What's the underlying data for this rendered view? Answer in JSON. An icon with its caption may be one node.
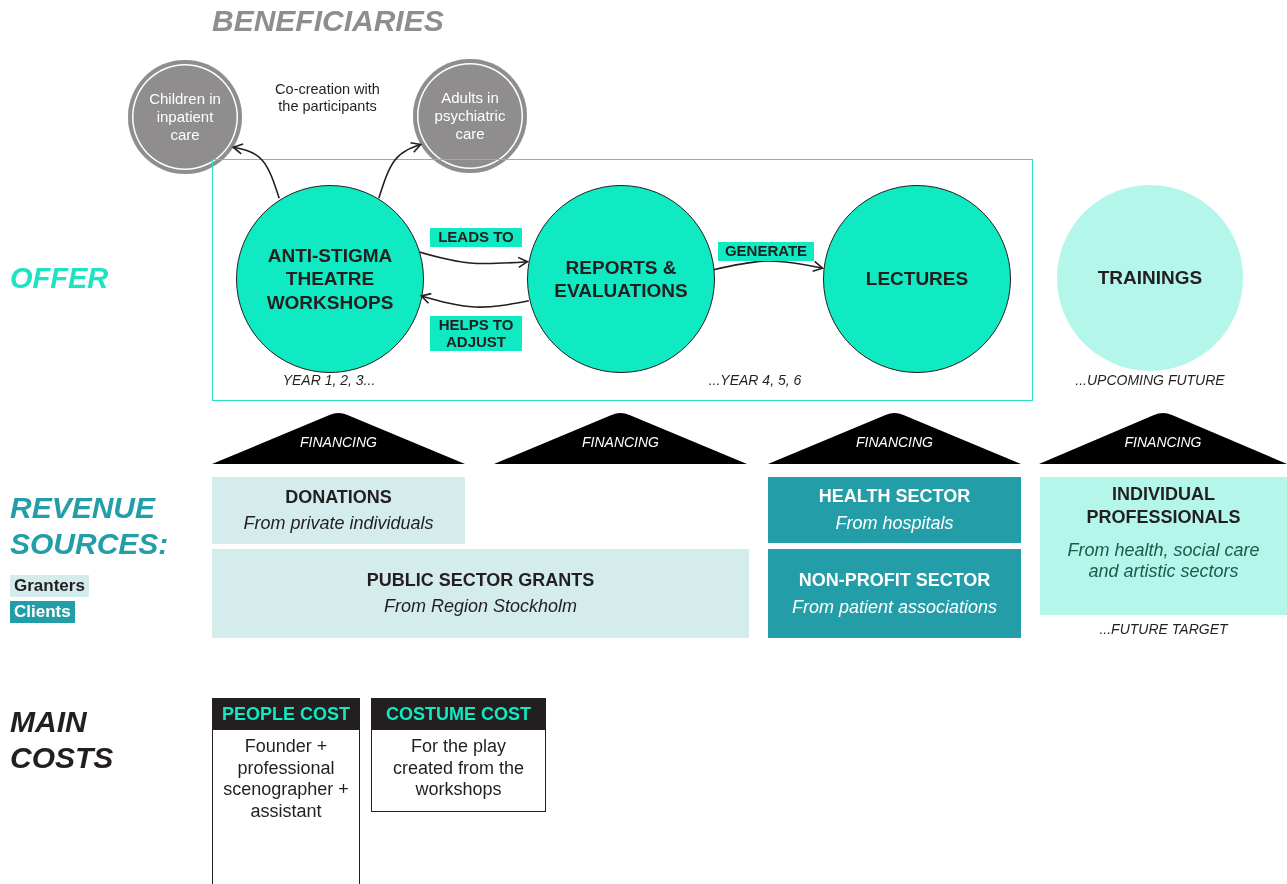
{
  "diagram": {
    "nodes": [
      {
        "text": [
          "Children in inpatient care"
        ]
      },
      {
        "text": [
          "Adults in psychiatric care"
        ]
      },
      {
        "text": [],
        "shape": "box"
      },
      {
        "text": [
          "ANTI-STIGMA THEATRE WORKSHOPS"
        ],
        "in": 2,
        "beside": [
          "YEAR 1, 2, 3..."
        ]
      },
      {
        "text": [
          "REPORTS & EVALUATIONS"
        ],
        "in": 2
      },
      {
        "text": [
          "LECTURES"
        ],
        "in": 2
      },
      {
        "text": [
          "TRAININGS"
        ],
        "beside": [
          "...UPCOMING FUTURE"
        ]
      },
      {
        "text": [
          "FINANCING"
        ]
      },
      {
        "text": [
          "FINANCING"
        ]
      },
      {
        "text": [
          "FINANCING"
        ]
      },
      {
        "text": [
          "FINANCING"
        ]
      },
      {
        "text": [
          "DONATIONS",
          "From private individuals"
        ]
      },
      {
        "text": [
          "PUBLIC SECTOR GRANTS",
          "From Region Stockholm"
        ]
      },
      {
        "text": [
          "HEALTH SECTOR",
          "From hospitals"
        ]
      },
      {
        "text": [
          "NON-PROFIT SECTOR",
          "From patient associations"
        ]
      },
      {
        "text": [
          "INDIVIDUAL PROFESSIONALS",
          "From health, social care and artistic sectors"
        ],
        "beside": [
          "...FUTURE TARGET"
        ]
      },
      {
        "text": [
          "PEOPLE COST",
          "Founder + professional scenographer + assistant"
        ]
      },
      {
        "text": [
          "COSTUME COST",
          "For the play created from the workshops"
        ]
      }
    ],
    "edges": [
      {
        "from": 3,
        "to": 0,
        "arrow": "to"
      },
      {
        "from": 3,
        "to": 1,
        "arrow": "to"
      },
      {
        "from": 3,
        "to": 4,
        "arrow": "to",
        "label": "LEADS TO"
      },
      {
        "from": 4,
        "to": 3,
        "arrow": "to",
        "label": "HELPS TO ADJUST"
      },
      {
        "from": 4,
        "to": 5,
        "arrow": "to",
        "label": "GENERATE"
      }
    ],
    "labels": [
      "BENEFICIARIES",
      "Co-creation with the participants",
      "OFFER",
      "...YEAR 4, 5, 6",
      "REVENUE SOURCES:",
      "MAIN COSTS"
    ],
    "legend": [
      {
        "text": "Granters",
        "color": "#d4ecec"
      },
      {
        "text": "Clients",
        "color": "#239ea8"
      }
    ]
  }
}
